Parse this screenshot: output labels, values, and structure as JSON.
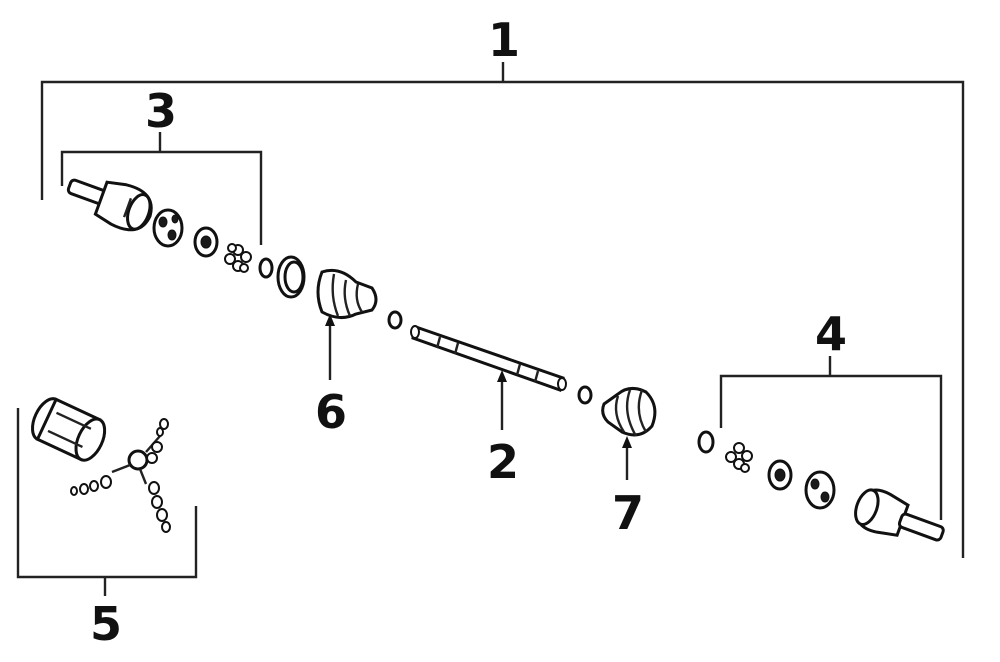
{
  "diagram": {
    "callouts": {
      "assembly": "1",
      "shaft": "2",
      "inner_joint_kit": "3",
      "outer_joint_kit": "4",
      "tripod_kit": "5",
      "inner_boot": "6",
      "outer_boot": "7"
    }
  }
}
